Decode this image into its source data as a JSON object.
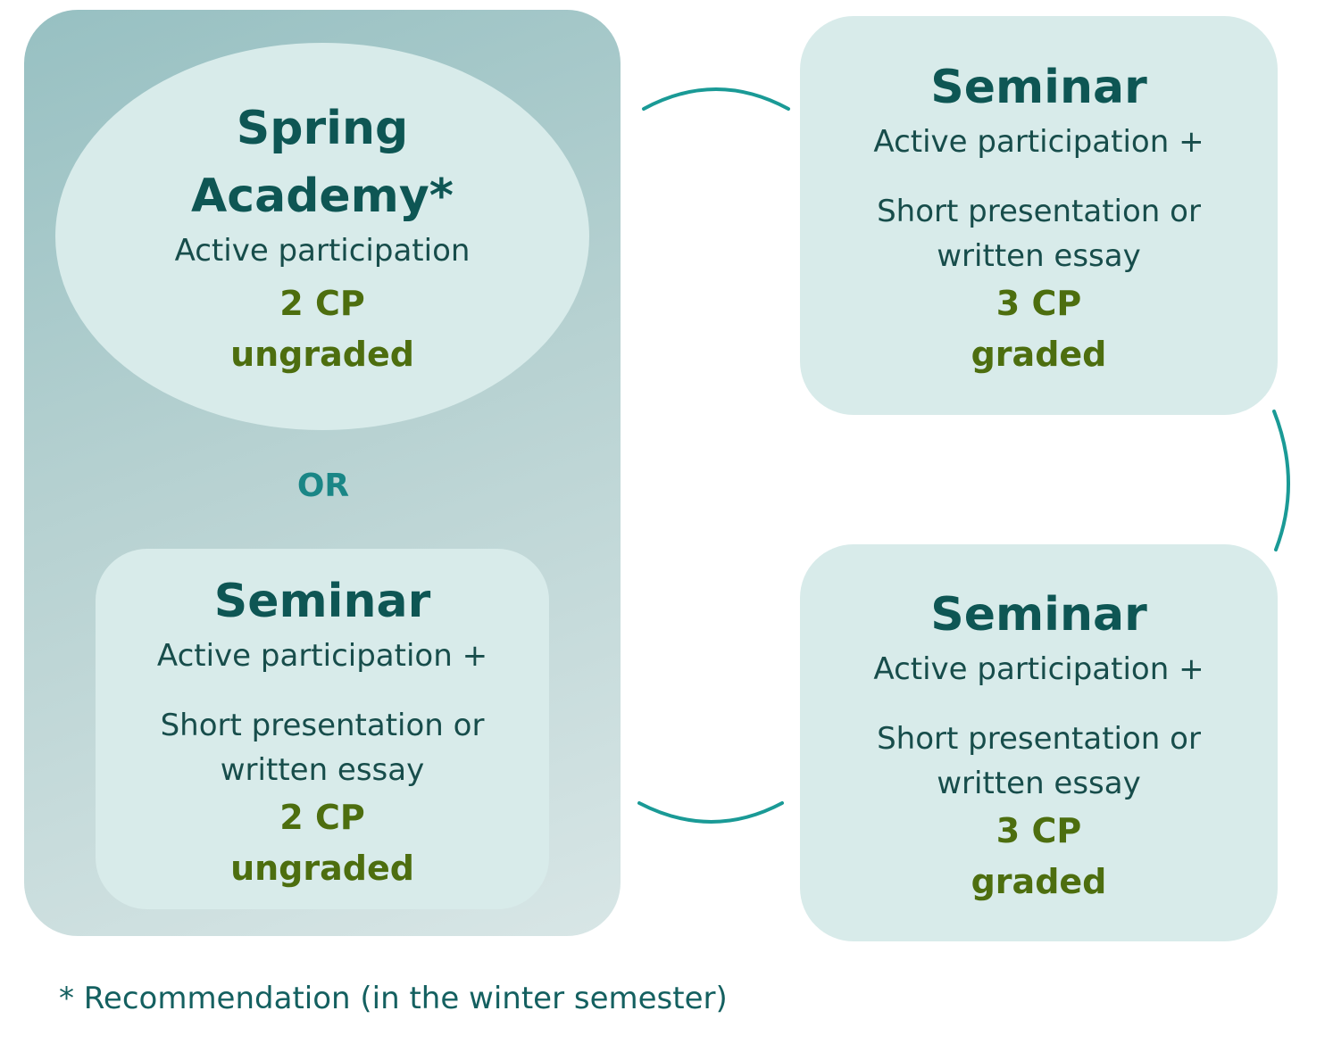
{
  "spring_academy": {
    "title_line1": "Spring",
    "title_line2": "Academy*",
    "requirement": "Active participation",
    "credits": "2 CP",
    "grading": "ungraded"
  },
  "or_label": "OR",
  "left_seminar": {
    "title": "Seminar",
    "requirement_line1": "Active participation +",
    "requirement_line2": "Short presentation or",
    "requirement_line3": "written essay",
    "credits": "2 CP",
    "grading": "ungraded"
  },
  "right_seminar_top": {
    "title": "Seminar",
    "requirement_line1": "Active participation +",
    "requirement_line2": "Short presentation or",
    "requirement_line3": "written essay",
    "credits": "3 CP",
    "grading": "graded"
  },
  "right_seminar_bottom": {
    "title": "Seminar",
    "requirement_line1": "Active participation +",
    "requirement_line2": "Short presentation or",
    "requirement_line3": "written essay",
    "credits": "3 CP",
    "grading": "graded"
  },
  "footnote": "* Recommendation (in the winter semester)",
  "colors": {
    "title": "#0e5654",
    "body_text": "#174d4b",
    "credits": "#4d6e0f",
    "accent_teal": "#1a9a96",
    "box_fill": "#d8ebea"
  }
}
